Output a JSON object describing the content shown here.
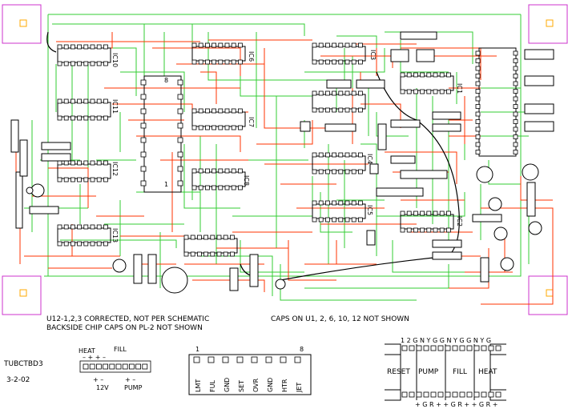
{
  "notes": {
    "line1": "U12-1,2,3 CORRECTED, NOT PER SCHEMATIC",
    "line2": "BACKSIDE CHIP CAPS ON PL-2 NOT SHOWN",
    "caps_note": "CAPS ON U1, 2, 6, 10, 12 NOT SHOWN"
  },
  "board": {
    "name": "TUBCTBD3",
    "date": "3-2-02"
  },
  "chips": [
    "IC10",
    "IC11",
    "IC12",
    "IC13",
    "IC3",
    "IC6",
    "IC7",
    "IC8",
    "IC1",
    "IC4",
    "IC5",
    "IC2"
  ],
  "chip_pin_labels": {
    "one": "1",
    "eight": "8"
  },
  "left_connector": {
    "heat": "HEAT",
    "fill": "FILL",
    "top_signs": "– +   + –",
    "bottom_signs_left": "+ –",
    "bottom_signs_right": "+ –",
    "v12": "12V",
    "pump": "PUMP"
  },
  "mid_connector": {
    "pin_first": "1",
    "pin_last": "8",
    "pins": [
      "LMT",
      "FUL",
      "GND",
      "SET",
      "OVR",
      "GND",
      "HTR",
      "JET"
    ]
  },
  "right_connector": {
    "top_pins": "1 2 G N Y G G N Y G G N Y G",
    "groups": [
      "RESET",
      "PUMP",
      "FILL",
      "HEAT"
    ],
    "bottom_pins": "+ G R + + G R + + G R +"
  },
  "colors": {
    "trace_green": "#33cc33",
    "trace_red": "#ff3300",
    "pad_outline": "#000000",
    "corner_pad": "#cc33cc",
    "jumper": "#000000"
  }
}
